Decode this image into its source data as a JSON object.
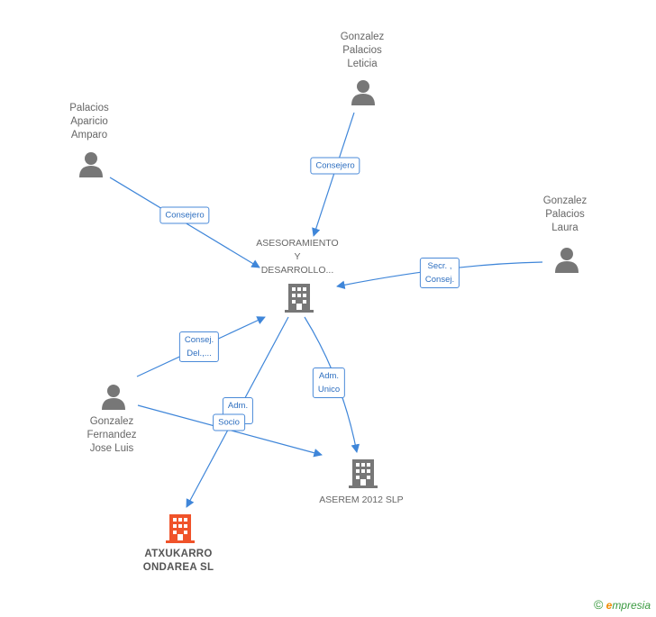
{
  "nodes": {
    "gonzalez_palacios_leticia": {
      "lines": [
        "Gonzalez",
        "Palacios",
        "Leticia"
      ]
    },
    "palacios_aparicio_amparo": {
      "lines": [
        "Palacios",
        "Aparicio",
        "Amparo"
      ]
    },
    "gonzalez_palacios_laura": {
      "lines": [
        "Gonzalez",
        "Palacios",
        "Laura"
      ]
    },
    "asesoramiento": {
      "lines": [
        "ASESORAMIENTO",
        "Y",
        "DESARROLLO..."
      ]
    },
    "gonzalez_fernandez_jose_luis": {
      "lines": [
        "Gonzalez",
        "Fernandez",
        "Jose Luis"
      ]
    },
    "aserem": {
      "lines": [
        "ASEREM 2012 SLP"
      ]
    },
    "atxukarro": {
      "lines": [
        "ATXUKARRO",
        "ONDAREA SL"
      ]
    }
  },
  "edges": {
    "leticia_consejero": {
      "lines": [
        "Consejero"
      ]
    },
    "amparo_consejero": {
      "lines": [
        "Consejero"
      ]
    },
    "laura_secr": {
      "lines": [
        "Secr. ,",
        "Consej."
      ]
    },
    "joseluis_consej_del": {
      "lines": [
        "Consej.",
        "Del.,..."
      ]
    },
    "adm_unico": {
      "lines": [
        "Adm.",
        "Unico"
      ]
    },
    "adm": {
      "lines": [
        "Adm."
      ]
    },
    "socio": {
      "lines": [
        "Socio"
      ]
    }
  },
  "colors": {
    "edge": "#3f86d9",
    "person": "#777777",
    "company": "#777777",
    "highlight": "#f0532a"
  },
  "footer": {
    "copyright": "©",
    "brand_first": "e",
    "brand_rest": "mpresia"
  }
}
